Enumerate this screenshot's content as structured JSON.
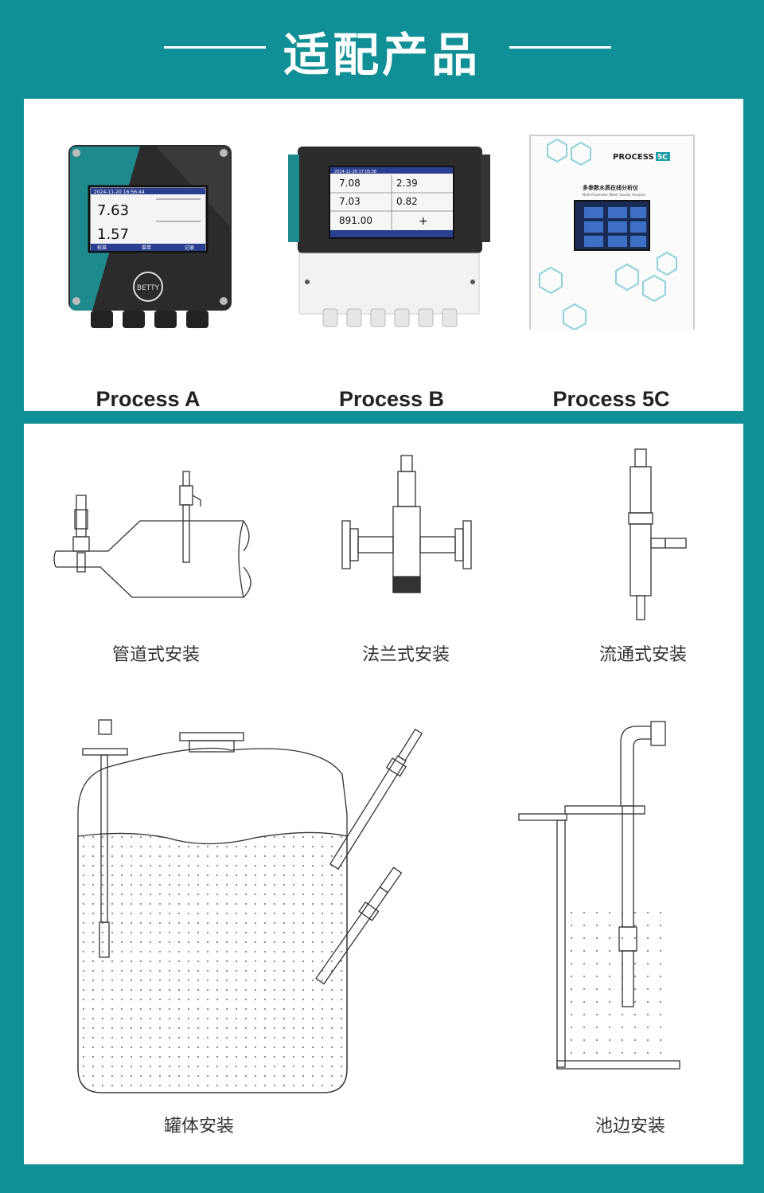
{
  "header": {
    "title": "适配产品"
  },
  "products": [
    {
      "label": "Process A",
      "screen": {
        "datetime": "2024-11-20 16:56:44",
        "value1": "7.63",
        "value2": "1.57",
        "tab1": "校准",
        "tab2": "菜单",
        "tab3": "记录",
        "logo": "BETTY"
      }
    },
    {
      "label": "Process B",
      "screen": {
        "datetime": "2024-11-20 17:05:38",
        "v1": "7.08",
        "v2": "2.39",
        "v3": "7.03",
        "v4": "0.82",
        "v5": "891.00",
        "v6": "+"
      }
    },
    {
      "label": "Process 5C",
      "box": {
        "brand": "PROCESS",
        "brand_suffix": "5C",
        "cn_title": "多参数水质在线分析仪",
        "en_title": "Multi-Parameter Water Quality Analyzer"
      }
    }
  ],
  "installations": [
    {
      "label": "管道式安装"
    },
    {
      "label": "法兰式安装"
    },
    {
      "label": "流通式安装"
    },
    {
      "label": "罐体安装"
    },
    {
      "label": "池边安装"
    }
  ],
  "colors": {
    "background": "#118f96",
    "panel": "#ffffff",
    "device_teal": "#1f8a8e"
  }
}
